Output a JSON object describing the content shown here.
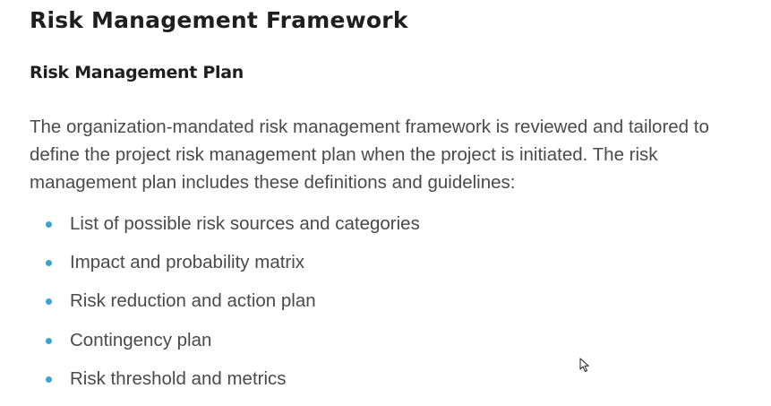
{
  "heading": "Risk Management Framework",
  "subheading": "Risk Management Plan",
  "paragraph": "The organization-mandated risk management framework is reviewed and tailored to define the project risk management plan when the project is initiated. The risk management plan includes these definitions and guidelines:",
  "bullet_color": "#3aa3d6",
  "list_items": [
    "List of possible risk sources and categories",
    "Impact and probability matrix",
    "Risk reduction and action plan",
    "Contingency plan",
    "Risk threshold and metrics"
  ],
  "icons": {
    "cursor": "mouse-pointer-icon"
  }
}
